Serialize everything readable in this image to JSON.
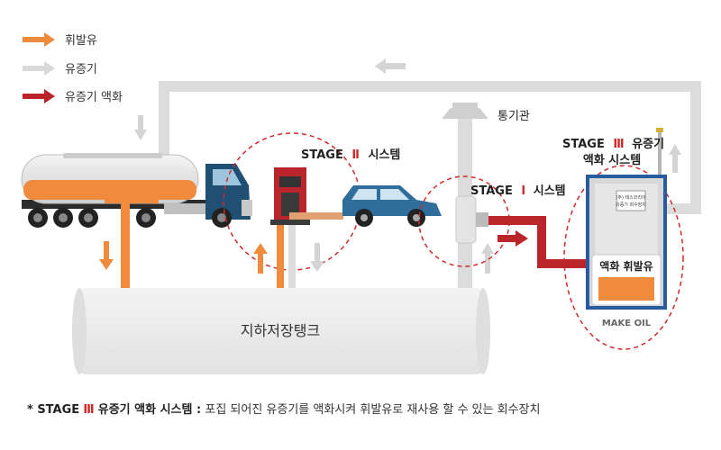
{
  "legend": {
    "items": [
      {
        "label": "휘발유",
        "color": "#f08a3c"
      },
      {
        "label": "유증기",
        "color": "#d9d9d9"
      },
      {
        "label": "유증기 액화",
        "color": "#b9252b"
      }
    ]
  },
  "labels": {
    "vent_pipe": "통기관",
    "stage2_prefix": "STAGE",
    "stage2_roman": "Ⅱ",
    "stage2_suffix": "시스템",
    "stage1_prefix": "STAGE",
    "stage1_roman": "Ⅰ",
    "stage1_suffix": "시스템",
    "stage3_prefix": "STAGE",
    "stage3_roman": "Ⅲ",
    "stage3_line1_suffix": "유증기",
    "stage3_line2": "액화 시스템",
    "underground_tank": "지하저장탱크",
    "unit_box_label": "액화 휘발유",
    "make_oil": "MAKE OIL",
    "unit_plate_line1": "(주) 테스코리아",
    "unit_plate_line2": "유증기 회수장치"
  },
  "footnote": {
    "prefix": "* STAGE",
    "roman": "Ⅲ",
    "title_suffix": "유증기 액화 시스템 :",
    "description": "포집 되어진 유증기를 액화시켜 휘발유로 재사용 할 수 있는 회수장치"
  },
  "colors": {
    "gasoline": "#f08a3c",
    "vapor": "#d9d9d9",
    "liquefied": "#b9252b",
    "truck_cab": "#1f4f73",
    "car": "#2f6e9a",
    "dashed_circle": "#d02a2a",
    "unit_frame": "#2a5aa0"
  }
}
